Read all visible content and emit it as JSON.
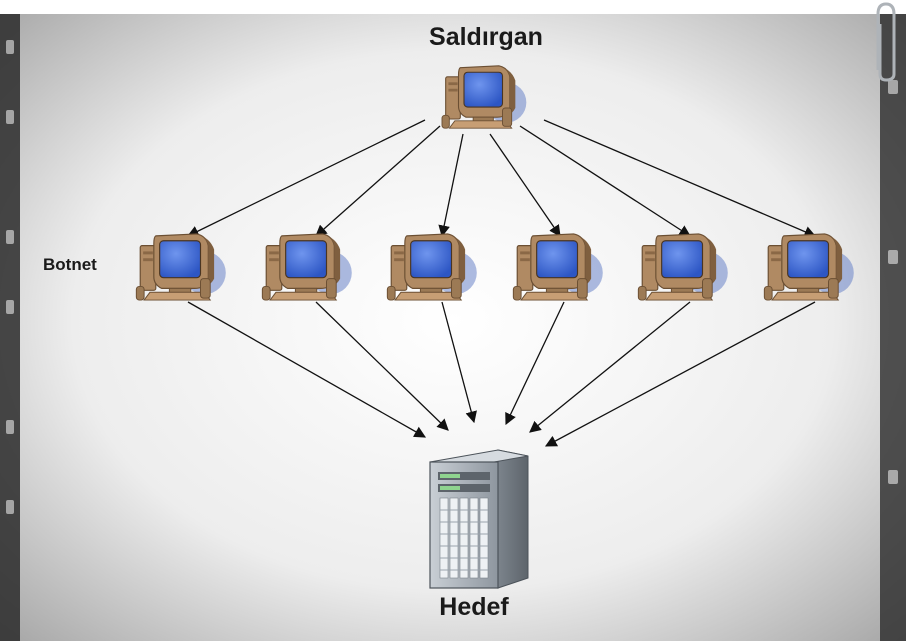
{
  "labels": {
    "attacker": "Saldırgan",
    "botnet": "Botnet",
    "target": "Hedef"
  },
  "colors": {
    "screen": "#3f6fdc",
    "case": "#b08a63",
    "arrow": "#111111",
    "server_body": "#9aa2ab"
  },
  "icons": {
    "attacker": "desktop-computer-icon",
    "bot": "desktop-computer-icon",
    "target": "server-tower-icon"
  },
  "bots": [
    {
      "id": "bot-1"
    },
    {
      "id": "bot-2"
    },
    {
      "id": "bot-3"
    },
    {
      "id": "bot-4"
    },
    {
      "id": "bot-5"
    },
    {
      "id": "bot-6"
    }
  ]
}
